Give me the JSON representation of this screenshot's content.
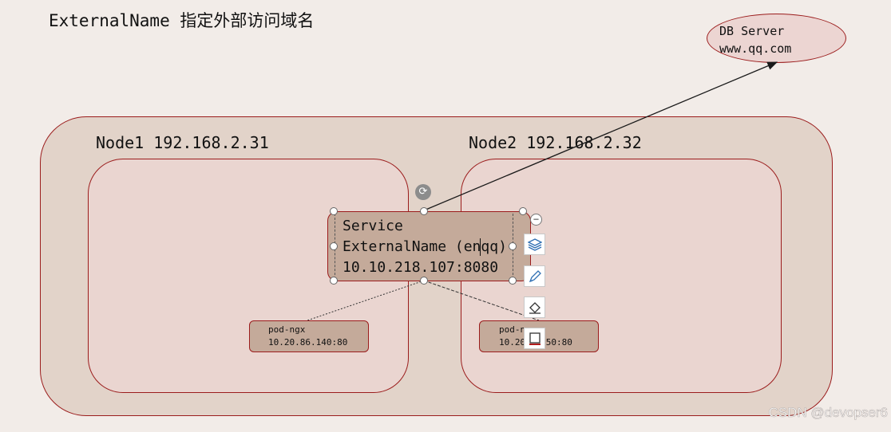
{
  "title": "ExternalName 指定外部访问域名",
  "nodes": [
    {
      "label": "Node1 192.168.2.31"
    },
    {
      "label": "Node2 192.168.2.32"
    }
  ],
  "db_server": {
    "line1": "DB Server",
    "line2": "www.qq.com"
  },
  "service": {
    "line1": "Service",
    "line2": "ExternalName (enqq)",
    "line3": "10.10.218.107:8080"
  },
  "pods": [
    {
      "name": "pod-ngx",
      "addr": "10.20.86.140:80"
    },
    {
      "name": "pod-n",
      "addr": "10.20",
      "addr_tail": "150:80"
    }
  ],
  "toolbar_icons": [
    "layers-icon",
    "pen-icon",
    "fill-icon",
    "border-icon"
  ],
  "watermark": "CSDN @devopser6",
  "colors": {
    "border": "#9b1c1c",
    "cluster_fill": "#e2d3c9",
    "node_fill": "#ead5d0",
    "box_fill": "#c4aa9a",
    "background": "#f2ece8"
  }
}
